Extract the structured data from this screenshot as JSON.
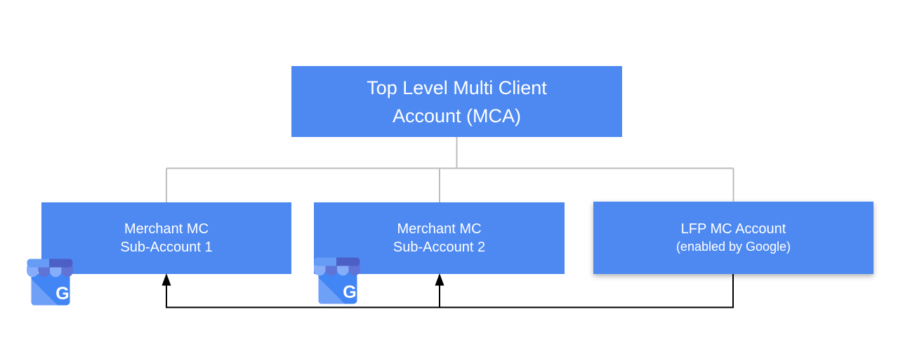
{
  "diagram": {
    "root": {
      "line1": "Top Level Multi Client",
      "line2": "Account (MCA)"
    },
    "children": [
      {
        "id": "merchant-sub-1",
        "line1": "Merchant MC",
        "line2": "Sub-Account 1",
        "has_business_icon": true
      },
      {
        "id": "merchant-sub-2",
        "line1": "Merchant MC",
        "line2": "Sub-Account 2",
        "has_business_icon": true
      },
      {
        "id": "lfp-account",
        "line1": "LFP MC Account",
        "line2": "(enabled by Google)",
        "has_business_icon": false
      }
    ],
    "business_icon": {
      "name": "google-business-profile-icon",
      "letter": "G"
    },
    "connectors": {
      "tree": "gray parent-child tree from MCA to three sub-accounts",
      "feed": "black elbow line from LFP MC Account bottom with arrows into Sub-Account 1 and Sub-Account 2"
    },
    "colors": {
      "box_fill": "#4e89f2",
      "box_text": "#ffffff",
      "tree_line": "#bdbdbd",
      "feed_line": "#000000",
      "icon_awning_light": "#669CF6",
      "icon_awning_dark": "#4C5FC6",
      "icon_scallop_light": "#85ADF9",
      "icon_scallop_dark": "#5F74D6",
      "icon_body": "#4285F4",
      "icon_fold": "#6FA0F7",
      "icon_letter": "#ffffff"
    }
  }
}
